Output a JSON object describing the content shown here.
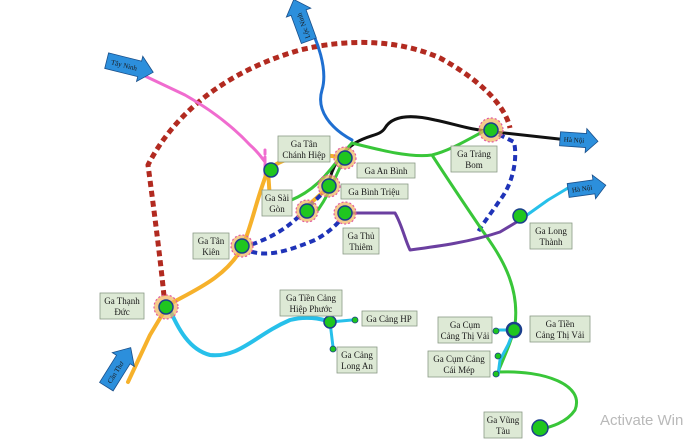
{
  "colors": {
    "red_dotted": "#b22a20",
    "blue_dotted": "#1f33b8",
    "pink": "#f06ccf",
    "orange": "#f6b12b",
    "black": "#111111",
    "green": "#39c639",
    "purple": "#6b3fa0",
    "light_blue": "#27c0ea",
    "steel_blue": "#1f6fd1",
    "station_fill": "#1fc61f",
    "halo": "#f1b35a",
    "arrow_fill": "#2c8fdc"
  },
  "arrows": [
    {
      "id": "tay-ninh",
      "label": "Tây Ninh",
      "icon": "arrow-icon"
    },
    {
      "id": "loc-ninh",
      "label": "Lộc Ninh",
      "icon": "arrow-icon"
    },
    {
      "id": "ha-noi-1",
      "label": "Hà Nội",
      "icon": "arrow-icon"
    },
    {
      "id": "ha-noi-2",
      "label": "Hà Nội",
      "icon": "arrow-icon"
    },
    {
      "id": "can-tho",
      "label": "Cần Thơ",
      "icon": "arrow-icon"
    }
  ],
  "stations": [
    {
      "id": "tan-chanh-hiep",
      "lines": [
        "Ga Tân",
        "Chánh Hiệp"
      ]
    },
    {
      "id": "an-binh",
      "lines": [
        "Ga An Bình"
      ]
    },
    {
      "id": "binh-trieu",
      "lines": [
        "Ga Bình Triệu"
      ]
    },
    {
      "id": "sai-gon",
      "lines": [
        "Ga Sài",
        "Gòn"
      ]
    },
    {
      "id": "thu-thiem",
      "lines": [
        "Ga Thủ",
        "Thiêm"
      ]
    },
    {
      "id": "tan-kien",
      "lines": [
        "Ga Tân",
        "Kiên"
      ]
    },
    {
      "id": "thanh-duc",
      "lines": [
        "Ga Thạnh",
        "Đức"
      ]
    },
    {
      "id": "trang-bom",
      "lines": [
        "Ga Trảng",
        "Bom"
      ]
    },
    {
      "id": "long-thanh",
      "lines": [
        "Ga Long",
        "Thành"
      ]
    },
    {
      "id": "tien-cang-hiep-phuoc",
      "lines": [
        "Ga Tiền Cảng",
        "Hiệp Phước"
      ]
    },
    {
      "id": "cang-hp",
      "lines": [
        "Ga Cảng HP"
      ]
    },
    {
      "id": "cang-long-an",
      "lines": [
        "Ga Cảng",
        "Long An"
      ]
    },
    {
      "id": "cum-cang-thi-vai",
      "lines": [
        "Ga Cụm",
        "Cảng Thị Vải"
      ]
    },
    {
      "id": "tien-cang-thi-vai",
      "lines": [
        "Ga Tiền",
        "Cảng Thị Vải"
      ]
    },
    {
      "id": "cum-cang-cai-mep",
      "lines": [
        "Ga Cụm Cảng",
        "Cái Mép"
      ]
    },
    {
      "id": "vung-tau",
      "lines": [
        "Ga Vũng",
        "Tàu"
      ]
    }
  ],
  "watermark": "Activate Win"
}
